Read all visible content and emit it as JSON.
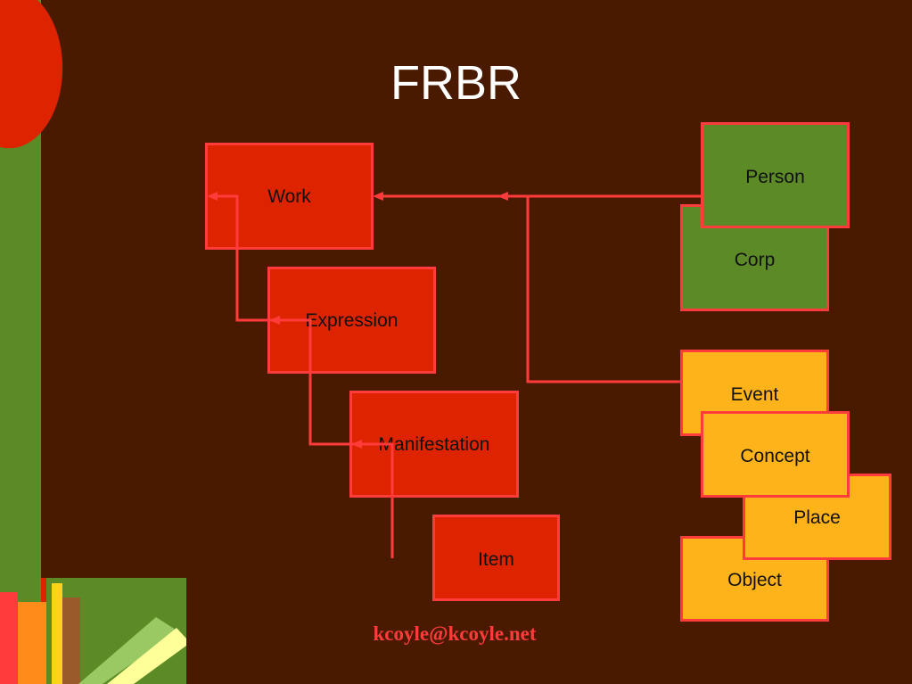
{
  "slide": {
    "title": "FRBR",
    "footer": "kcoyle@kcoyle.net"
  },
  "boxes": {
    "work": "Work",
    "expression": "Expression",
    "manifestation": "Manifestation",
    "item": "Item",
    "person": "Person",
    "corp": "Corp",
    "event": "Event",
    "concept": "Concept",
    "place": "Place",
    "object": "Object"
  },
  "colors": {
    "background": "#4a1a00",
    "group1": "#de2300",
    "group2": "#5b8a27",
    "group3": "#ffb31a",
    "connector": "#ff3b3b",
    "title": "#ffffff"
  }
}
